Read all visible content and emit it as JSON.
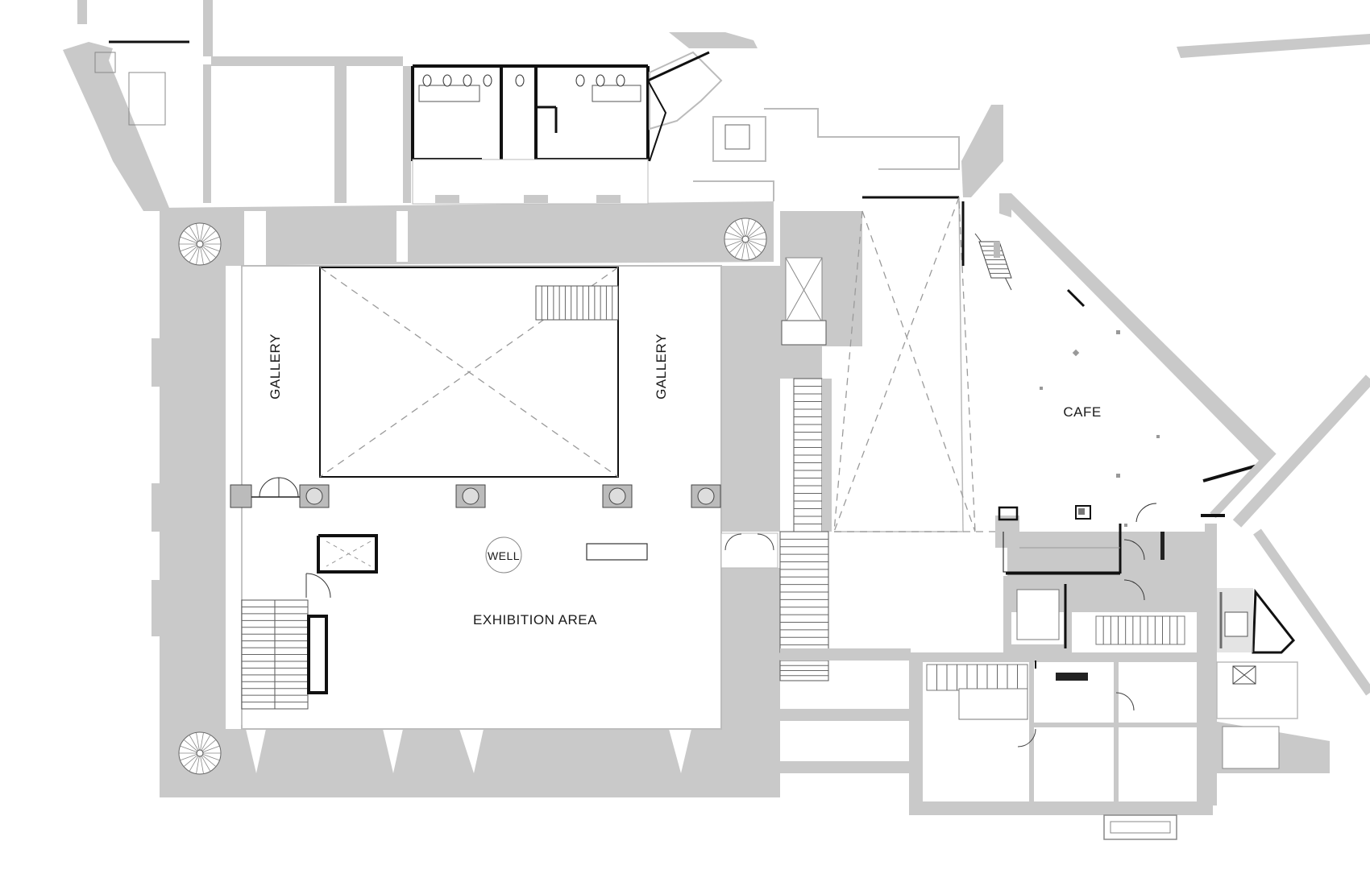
{
  "plan": {
    "rooms": {
      "gallery_left": "GALLERY",
      "gallery_right": "GALLERY",
      "cafe": "CAFE",
      "well": "WELL",
      "exhibition": "EXHIBITION AREA"
    },
    "colors": {
      "wall": "#c9c9c9",
      "ink": "#111111",
      "background": "#ffffff"
    }
  }
}
